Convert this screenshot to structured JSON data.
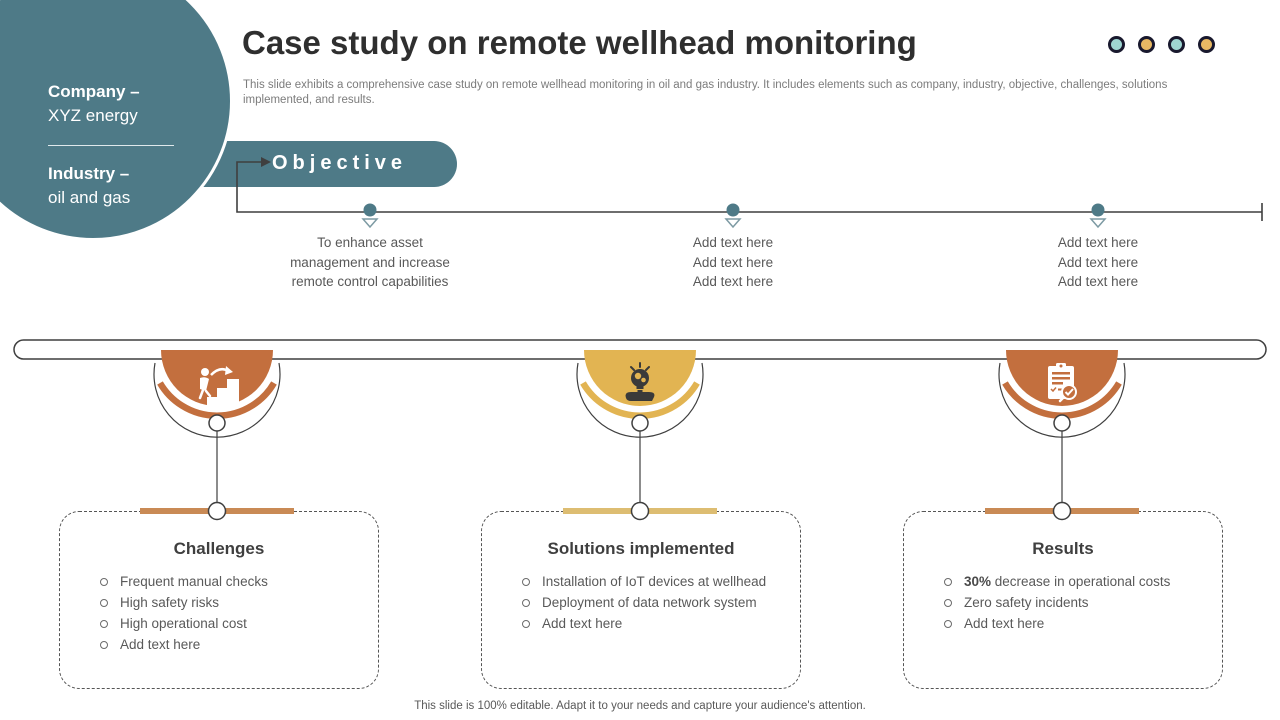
{
  "slide": {
    "title": "Case study on remote wellhead monitoring",
    "subtitle": "This slide exhibits a comprehensive case study on remote wellhead monitoring in oil and gas industry. It includes elements such as company, industry, objective, challenges, solutions implemented, and results.",
    "footer": "This slide is 100% editable. Adapt it to your needs and capture your audience's attention."
  },
  "company_circle": {
    "company_label": "Company –",
    "company_value": "XYZ energy",
    "industry_label": "Industry –",
    "industry_value": "oil and gas"
  },
  "objective": {
    "label": "Objective",
    "nodes": [
      {
        "lines": [
          "To enhance asset",
          "management and increase",
          "remote control capabilities"
        ]
      },
      {
        "lines": [
          "Add text here",
          "Add text here",
          "Add text here"
        ]
      },
      {
        "lines": [
          "Add text here",
          "Add text here",
          "Add text here"
        ]
      }
    ]
  },
  "deco_dots": {
    "colors": [
      "#9fd6d2",
      "#e8b964",
      "#9fd6d2",
      "#e8b964"
    ]
  },
  "badges": [
    {
      "icon": "person-climbing-stairs-icon",
      "color": "#c36f3e"
    },
    {
      "icon": "idea-hand-bulb-icon",
      "color": "#e2b452"
    },
    {
      "icon": "checklist-review-icon",
      "color": "#c36f3e"
    }
  ],
  "boxes": [
    {
      "title": "Challenges",
      "accent": "#c98a55",
      "items": [
        {
          "bold": "",
          "text": "Frequent manual checks"
        },
        {
          "bold": "",
          "text": "High safety risks"
        },
        {
          "bold": "",
          "text": "High operational cost"
        },
        {
          "bold": "",
          "text": "Add text here"
        }
      ]
    },
    {
      "title": "Solutions implemented",
      "accent": "#ddbd72",
      "items": [
        {
          "bold": "",
          "text": "Installation of IoT devices at wellhead"
        },
        {
          "bold": "",
          "text": "Deployment of data network system"
        },
        {
          "bold": "",
          "text": "Add text here"
        }
      ]
    },
    {
      "title": "Results",
      "accent": "#c98a55",
      "items": [
        {
          "bold": "30%",
          "text": " decrease in operational costs"
        },
        {
          "bold": "",
          "text": "Zero safety incidents"
        },
        {
          "bold": "",
          "text": "Add text here"
        }
      ]
    }
  ],
  "colors": {
    "teal": "#4e7a87",
    "orange": "#c36f3e",
    "gold": "#e2b452",
    "bar_orange": "#c98a55",
    "bar_gold": "#ddbd72",
    "line": "#3f3f3f",
    "text_dark": "#3f3f3f",
    "text_gray": "#595959"
  }
}
